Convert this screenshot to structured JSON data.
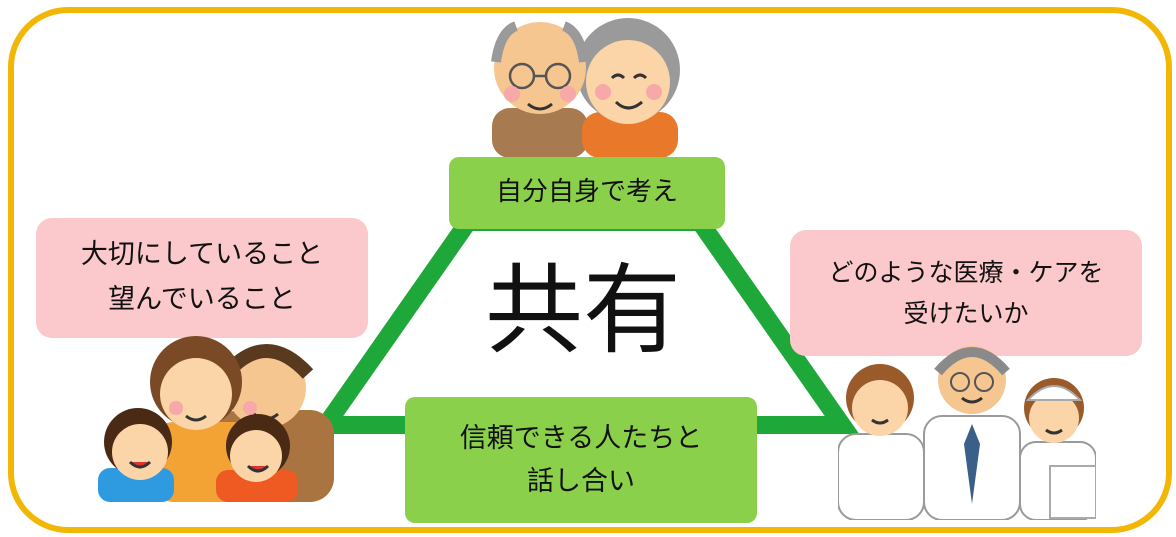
{
  "center_label": "共有",
  "top_box": "自分自身で考え",
  "bottom_box": {
    "line1": "信頼できる人たちと",
    "line2": "話し合い"
  },
  "left_box": {
    "line1": "大切にしていること",
    "line2": "望んでいること"
  },
  "right_box": {
    "line1": "どのような医療・ケアを",
    "line2": "受けたいか"
  },
  "colors": {
    "frame": "#f2b705",
    "triangle": "#1fa83a",
    "green_box": "#8bd04a",
    "pink_box": "#fbc9cb"
  },
  "illustrations": [
    "elderly-couple",
    "family",
    "medical-staff"
  ]
}
